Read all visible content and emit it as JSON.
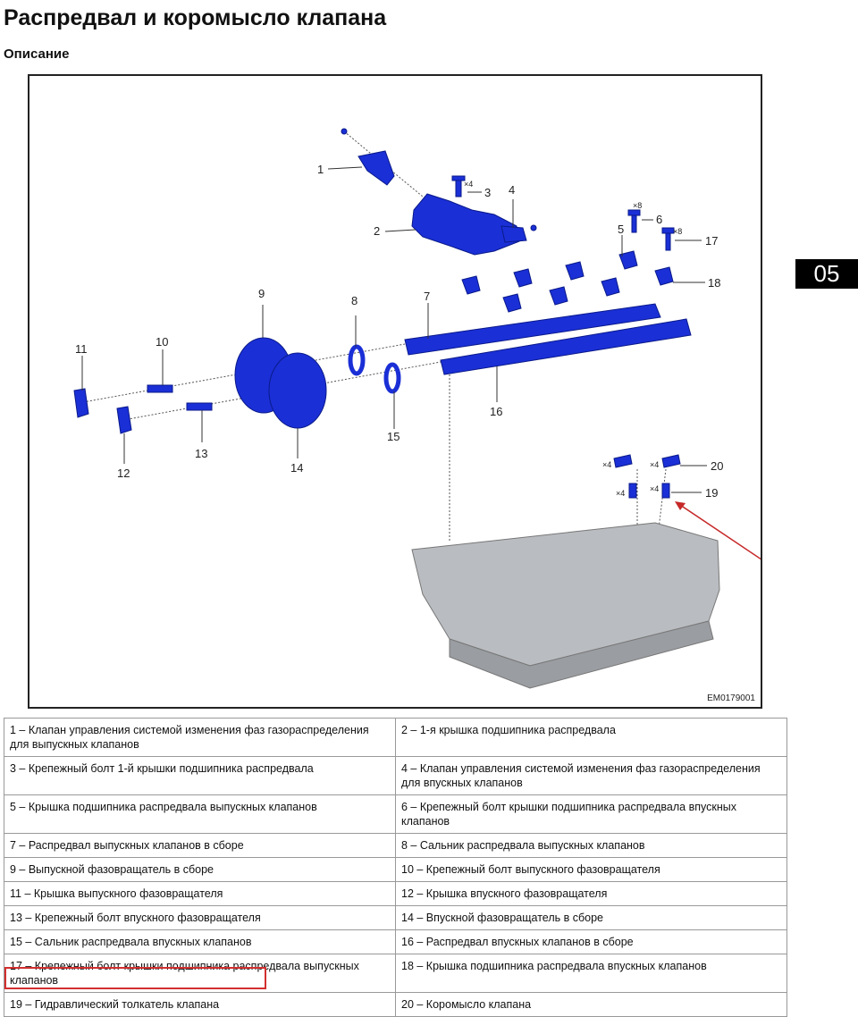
{
  "title": "Распредвал и коромысло клапана",
  "subtitle": "Описание",
  "section_tab": "05",
  "figure_code": "EM0179001",
  "callouts": {
    "c1": "1",
    "c2": "2",
    "c3": "3",
    "c4": "4",
    "c5": "5",
    "c6": "6",
    "c7": "7",
    "c8": "8",
    "c9": "9",
    "c10": "10",
    "c11": "11",
    "c12": "12",
    "c13": "13",
    "c14": "14",
    "c15": "15",
    "c16": "16",
    "c17": "17",
    "c18": "18",
    "c19": "19",
    "c20": "20"
  },
  "multipliers": {
    "x4": "×4",
    "x8": "×8"
  },
  "legend": [
    [
      "1 – Клапан управления системой изменения фаз газораспределения для выпускных клапанов",
      "2 – 1-я крышка подшипника распредвала"
    ],
    [
      "3 – Крепежный болт 1-й крышки подшипника распредвала",
      "4 – Клапан управления системой изменения фаз газораспределения для впускных клапанов"
    ],
    [
      "5 – Крышка подшипника распредвала выпускных клапанов",
      "6 – Крепежный болт крышки подшипника распредвала впускных клапанов"
    ],
    [
      "7 – Распредвал выпускных клапанов в сборе",
      "8 – Сальник распредвала выпускных клапанов"
    ],
    [
      "9 – Выпускной фазовращатель в сборе",
      "10 – Крепежный болт выпускного фазовращателя"
    ],
    [
      "11 – Крышка выпускного фазовращателя",
      "12 – Крышка впускного фазовращателя"
    ],
    [
      "13 – Крепежный болт впускного фазовращателя",
      "14 – Впускной фазовращатель в сборе"
    ],
    [
      "15 – Сальник распредвала впускных клапанов",
      "16 – Распредвал впускных клапанов в сборе"
    ],
    [
      "17 – Крепежный болт крышки подшипника распредвала выпускных клапанов",
      "18 – Крышка подшипника распредвала впускных клапанов"
    ],
    [
      "19 – Гидравлический толкатель клапана",
      "20 – Коромысло клапана"
    ]
  ],
  "colors": {
    "part_blue": "#1a2fd6",
    "highlight_red": "#d32f2f",
    "arrow_red": "#c62828"
  }
}
